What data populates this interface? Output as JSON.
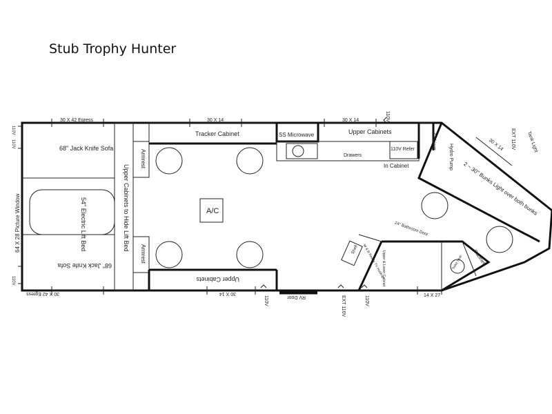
{
  "title": "Stub Trophy Hunter",
  "labels": {
    "egress_top": "30 X 42 Egress",
    "egress_bottom": "30 X 42 Egress",
    "window_top_mid": "30 X 14",
    "window_top_right": "30 X 14",
    "window_bottom_mid": "30 X 14",
    "window_front": "30 X 14",
    "window_rear_door": "14 X 27",
    "outlet": "110V",
    "ext_outlet": "EXT 110V",
    "tank_light": "Tank Light",
    "picture_window": "64 X 28 Picture Window",
    "sofa_top": "68\" Jack Knife Sofa",
    "sofa_bottom": "68\" Jack Knife Sofa",
    "lift_bed": "54\" Electric Lift Bed",
    "upper_cabinets_lift": "Upper Cabinets to Hide Lift Bed",
    "armrest_top": "Armrest",
    "armrest_bottom": "Armrest",
    "tracker_cabinet": "Tracker Cabinet",
    "ac": "A/C",
    "microwave": "SS Microwave",
    "upper_cabinets_top": "Upper Cabinets",
    "drawers": "Drawers",
    "refer": "110V Refer",
    "in_cabinet": "In Cabinet",
    "cabinet_front": "Cabinet",
    "hydro_pump": "Hydro Pump",
    "bunks": "2 ~ 30\" Bunks Light over both bunks",
    "upper_cabinets_bottom": "Upper Cabinets",
    "rv_door": "RV Door",
    "bathroom_door": "24\" Bathroom Door",
    "shelf": "Shelf",
    "wb_ready": "W & B Ready TV Hookup",
    "upper_lower_cabinet": "Upper & Lower Cabinet",
    "toilet_seat": "Toilet Seat",
    "cabinet_bath": "Cabinet"
  }
}
